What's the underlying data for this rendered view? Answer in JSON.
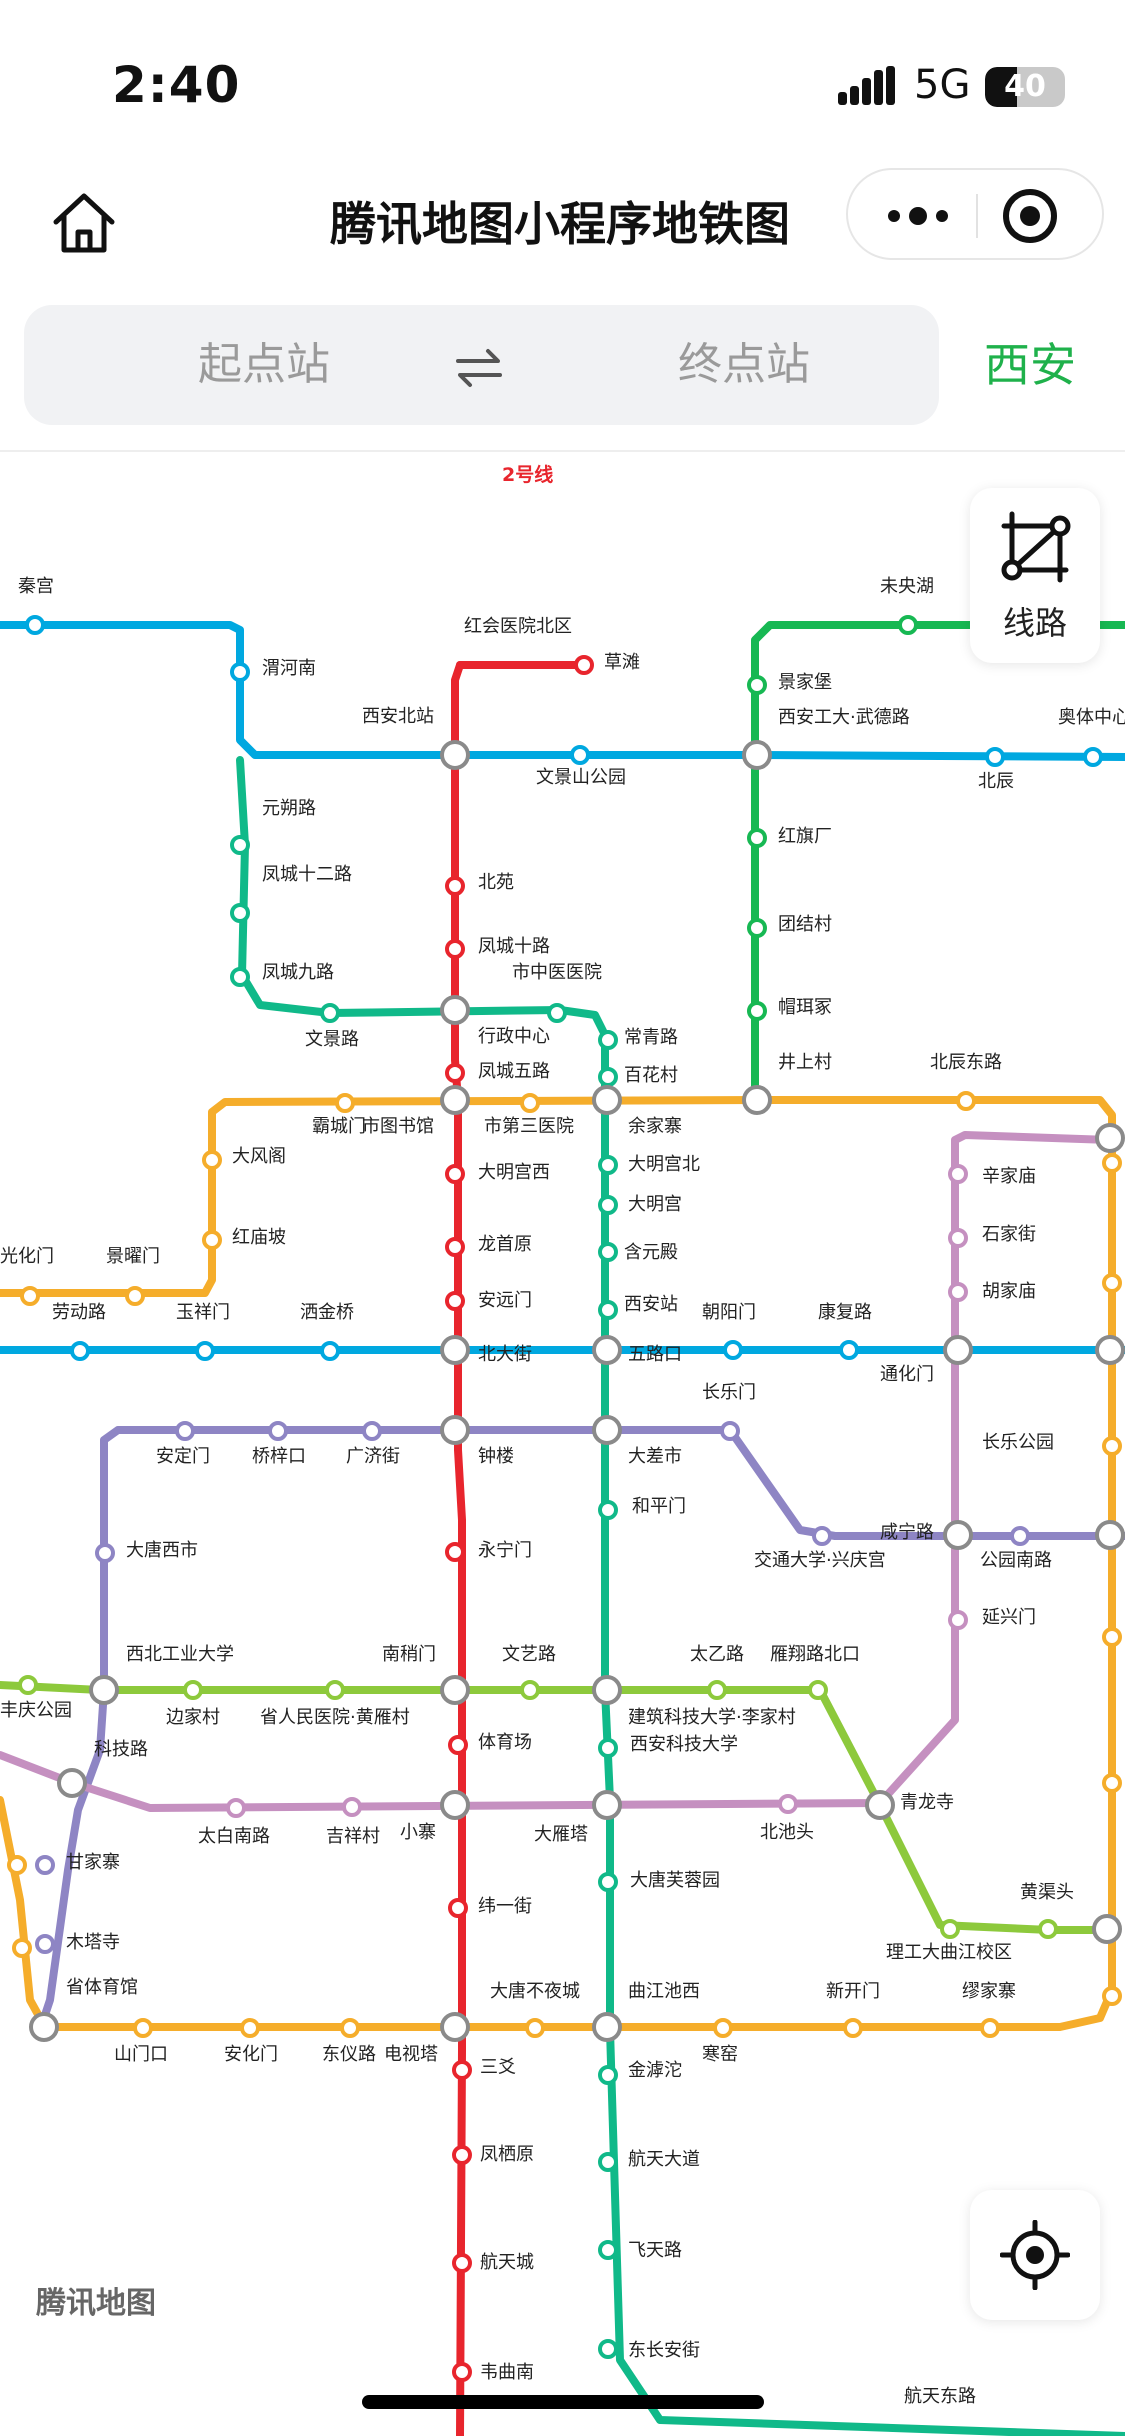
{
  "status_bar": {
    "time": "2:40",
    "network": "5G",
    "battery": "40",
    "battery_level": 0.4
  },
  "nav": {
    "title": "腾讯地图小程序地铁图"
  },
  "search": {
    "start_placeholder": "起点站",
    "end_placeholder": "终点站",
    "city": "西安"
  },
  "map": {
    "selected_line": "2号线",
    "route_button_label": "线路",
    "logo": "腾讯地图",
    "colors": {
      "line1": "#00a8e0",
      "line2": "#e8252d",
      "line3": "#8e85c4",
      "line4": "#10b989",
      "line5": "#8dc93c",
      "line6": "#c590c0",
      "line14": "#17b853",
      "ring": "#f5ad2b"
    },
    "labels": [
      "秦宫",
      "未央湖",
      "红会医院北区",
      "草滩",
      "渭河南",
      "景家堡",
      "西安工大·武德路",
      "西安北站",
      "奥体中心",
      "文景山公园",
      "北辰",
      "元朔路",
      "北苑",
      "红旗厂",
      "凤城十二路",
      "团结村",
      "凤城十路",
      "市中医医院",
      "凤城九路",
      "帽珥冢",
      "行政中心",
      "常青路",
      "文景路",
      "井上村",
      "北辰东路",
      "凤城五路",
      "百花村",
      "霸城门",
      "市图书馆",
      "市第三医院",
      "余家寨",
      "大风阁",
      "大明宫西",
      "大明宫北",
      "辛家庙",
      "大明宫",
      "石家街",
      "光化门",
      "景曜门",
      "红庙坡",
      "龙首原",
      "含元殿",
      "胡家庙",
      "安远门",
      "劳动路",
      "玉祥门",
      "洒金桥",
      "西安站",
      "朝阳门",
      "康复路",
      "北大街",
      "五路口",
      "通化门",
      "长乐门",
      "安定门",
      "桥梓口",
      "广济街",
      "钟楼",
      "大差市",
      "长乐公园",
      "和平门",
      "咸宁路",
      "大唐西市",
      "永宁门",
      "交通大学·兴庆宫",
      "公园南路",
      "延兴门",
      "西北工业大学",
      "南稍门",
      "文艺路",
      "太乙路",
      "雁翔路北口",
      "丰庆公园",
      "边家村",
      "省人民医院·黄雁村",
      "建筑科技大学·李家村",
      "科技路",
      "体育场",
      "西安科技大学",
      "青龙寺",
      "太白南路",
      "吉祥村",
      "小寨",
      "大雁塔",
      "北池头",
      "甘家寨",
      "大唐芙蓉园",
      "黄渠头",
      "纬一街",
      "木塔寺",
      "理工大曲江校区",
      "省体育馆",
      "大唐不夜城",
      "曲江池西",
      "新开门",
      "缪家寨",
      "山门口",
      "安化门",
      "东仪路",
      "电视塔",
      "寒窑",
      "三爻",
      "金滹沱",
      "凤栖原",
      "航天大道",
      "航天城",
      "飞天路",
      "东长安街",
      "韦曲南",
      "航天东路"
    ]
  }
}
